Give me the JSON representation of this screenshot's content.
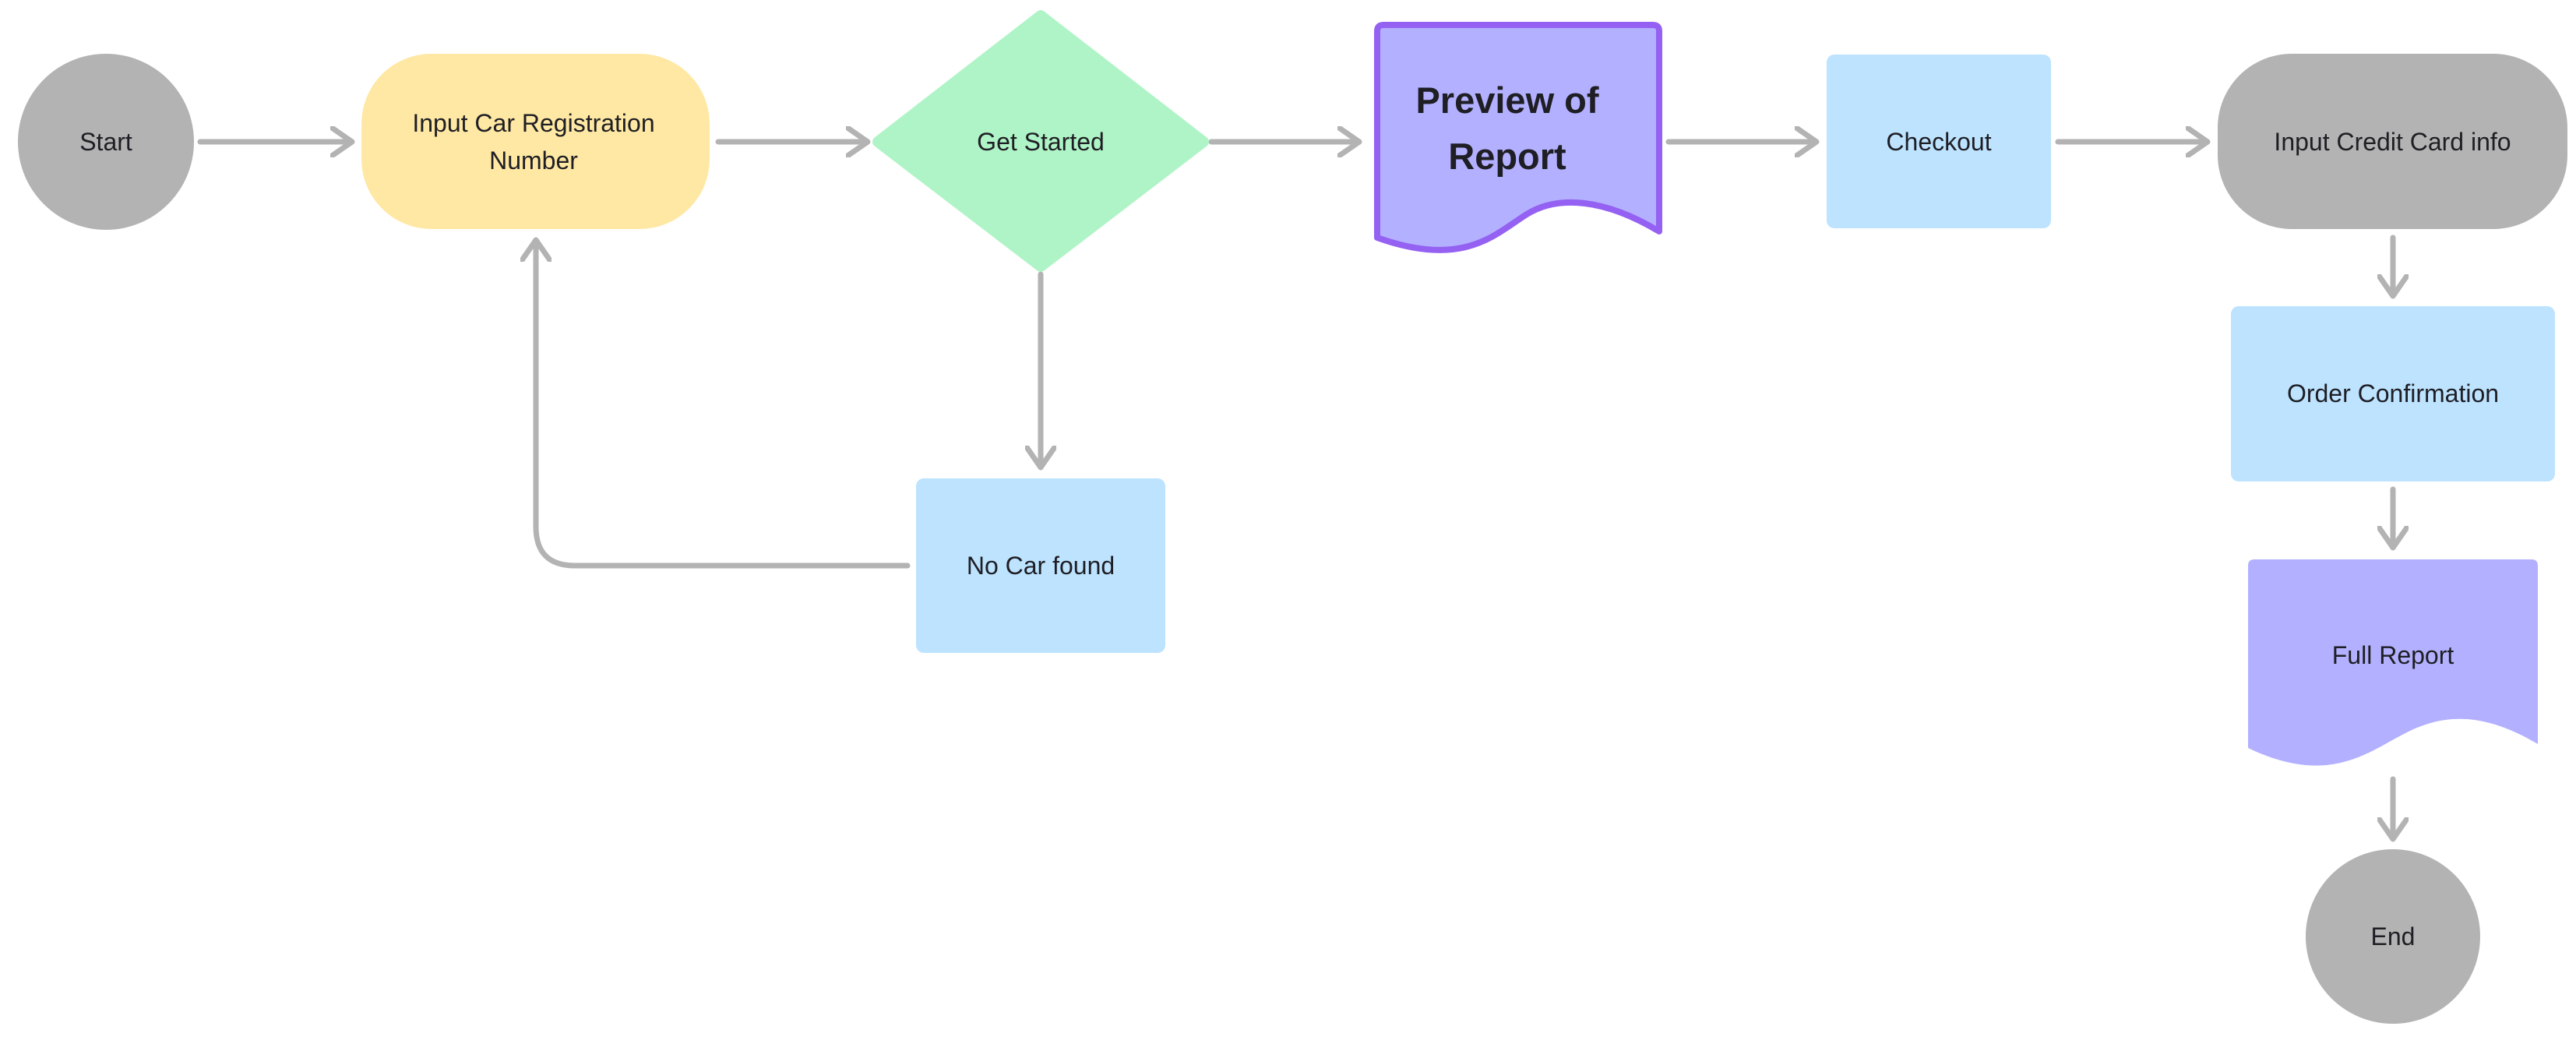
{
  "colors": {
    "terminal": "#b3b3b3",
    "input": "#ffe8a3",
    "decision": "#aff4c6",
    "process": "#bde3ff",
    "document": "#b3b1ff",
    "document_border": "#9461f2",
    "connector": "#b3b3b3",
    "text": "#1e1e24"
  },
  "nodes": {
    "start": "Start",
    "input_reg": "Input Car Registration Number",
    "get_started": "Get Started",
    "preview": "Preview of Report",
    "checkout": "Checkout",
    "input_cc": "Input Credit Card info",
    "order_confirmation": "Order Confirmation",
    "no_car": "No Car found",
    "full_report": "Full Report",
    "end": "End"
  }
}
